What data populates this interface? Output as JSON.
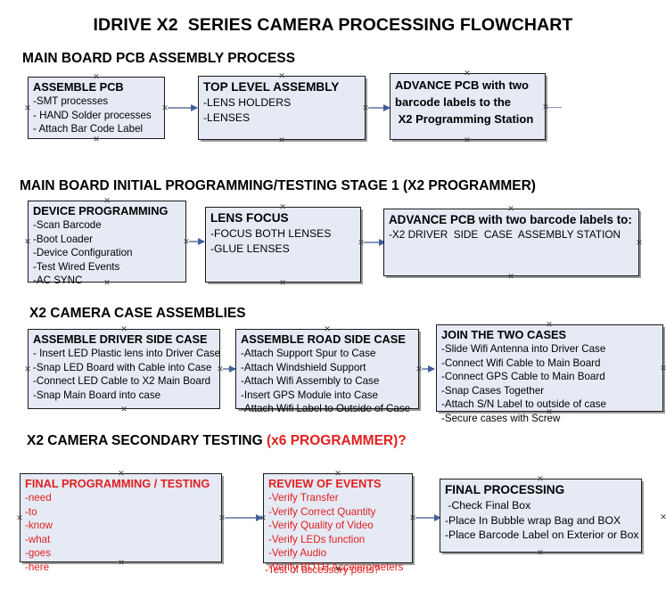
{
  "document": {
    "title": "IDRIVE X2  SERIES CAMERA PROCESSING FLOWCHART",
    "accent_red": "#e02020",
    "box_fill": "#e5eaf4",
    "box_border": "#1a1a1a",
    "arrow_color": "#8596b4"
  },
  "sections": [
    {
      "id": "main-board-pcb-assembly",
      "heading": "MAIN BOARD PCB ASSEMBLY PROCESS",
      "heading_suffix": "",
      "boxes": [
        {
          "id": "assemble-pcb",
          "title": "ASSEMBLE PCB",
          "lines": [
            "-SMT processes",
            "- HAND Solder processes",
            "- Attach Bar Code Label"
          ]
        },
        {
          "id": "top-level-assembly",
          "title": "TOP LEVEL ASSEMBLY",
          "lines": [
            "-LENS HOLDERS",
            "-LENSES"
          ]
        },
        {
          "id": "advance-pcb-to-x2-programming-station",
          "title": "ADVANCE PCB with two",
          "lines": [
            "barcode labels to the",
            " X2 Programming Station"
          ]
        }
      ]
    },
    {
      "id": "main-board-initial-programming",
      "heading": "MAIN BOARD INITIAL PROGRAMMING/TESTING STAGE 1 (X2 PROGRAMMER)",
      "heading_suffix": "",
      "boxes": [
        {
          "id": "device-programming",
          "title": "DEVICE PROGRAMMING",
          "lines": [
            "-Scan Barcode",
            "-Boot Loader",
            "-Device Configuration",
            "-Test Wired Events",
            "-AC SYNC"
          ]
        },
        {
          "id": "lens-focus",
          "title": "LENS FOCUS",
          "lines": [
            "-FOCUS BOTH LENSES",
            "-GLUE LENSES"
          ]
        },
        {
          "id": "advance-pcb-to-driver-side-case-station",
          "title": "ADVANCE PCB with two barcode labels to:",
          "lines": [
            "-X2 DRIVER  SIDE  CASE  ASSEMBLY STATION"
          ]
        }
      ]
    },
    {
      "id": "x2-camera-case-assemblies",
      "heading": "X2 CAMERA CASE ASSEMBLIES",
      "heading_suffix": "",
      "boxes": [
        {
          "id": "assemble-driver-side-case",
          "title": "ASSEMBLE DRIVER SIDE CASE",
          "lines": [
            "- Insert LED Plastic lens into Driver Case",
            "-Snap LED Board with Cable into Case",
            "-Connect LED Cable to X2 Main Board",
            "-Snap Main Board into case"
          ]
        },
        {
          "id": "assemble-road-side-case",
          "title": "ASSEMBLE ROAD SIDE CASE",
          "lines": [
            "-Attach Support Spur to Case",
            "-Attach Windshield Support",
            "-Attach Wifi Assembly to Case",
            "-Insert GPS Module into Case",
            "-Attach Wifi Label to Outside of Case"
          ]
        },
        {
          "id": "join-the-two-cases",
          "title": "JOIN THE TWO CASES",
          "lines": [
            "-Slide Wifi Antenna into Driver Case",
            "-Connect Wifi Cable to Main Board",
            "-Connect GPS Cable to Main Board",
            "-Snap Cases Together",
            "-Attach S/N Label to outside of case",
            "-Secure cases with Screw"
          ]
        }
      ]
    },
    {
      "id": "x2-camera-secondary-testing",
      "heading": "X2 CAMERA SECONDARY TESTING ",
      "heading_suffix": "(x6 PROGRAMMER)?",
      "boxes": [
        {
          "id": "final-programming-testing",
          "title": "FINAL PROGRAMMING / TESTING",
          "lines": [
            "-need",
            "-to",
            "-know",
            "-what",
            "-goes",
            "-here"
          ]
        },
        {
          "id": "review-of-events",
          "title": "REVIEW OF EVENTS",
          "lines": [
            "-Verify Transfer",
            "-Verify Correct Quantity",
            "-Verify Quality of Video",
            "-Verify LEDs function",
            "-Verify Audio",
            "-Verify BOTH Accelerometers"
          ],
          "overflow_line": "-Test of accessory ports?"
        },
        {
          "id": "final-processing",
          "title": "FINAL PROCESSING",
          "lines": [
            " -Check Final Box",
            "-Place In Bubble wrap Bag and BOX",
            "-Place Barcode Label on Exterior or Box"
          ]
        }
      ]
    }
  ]
}
